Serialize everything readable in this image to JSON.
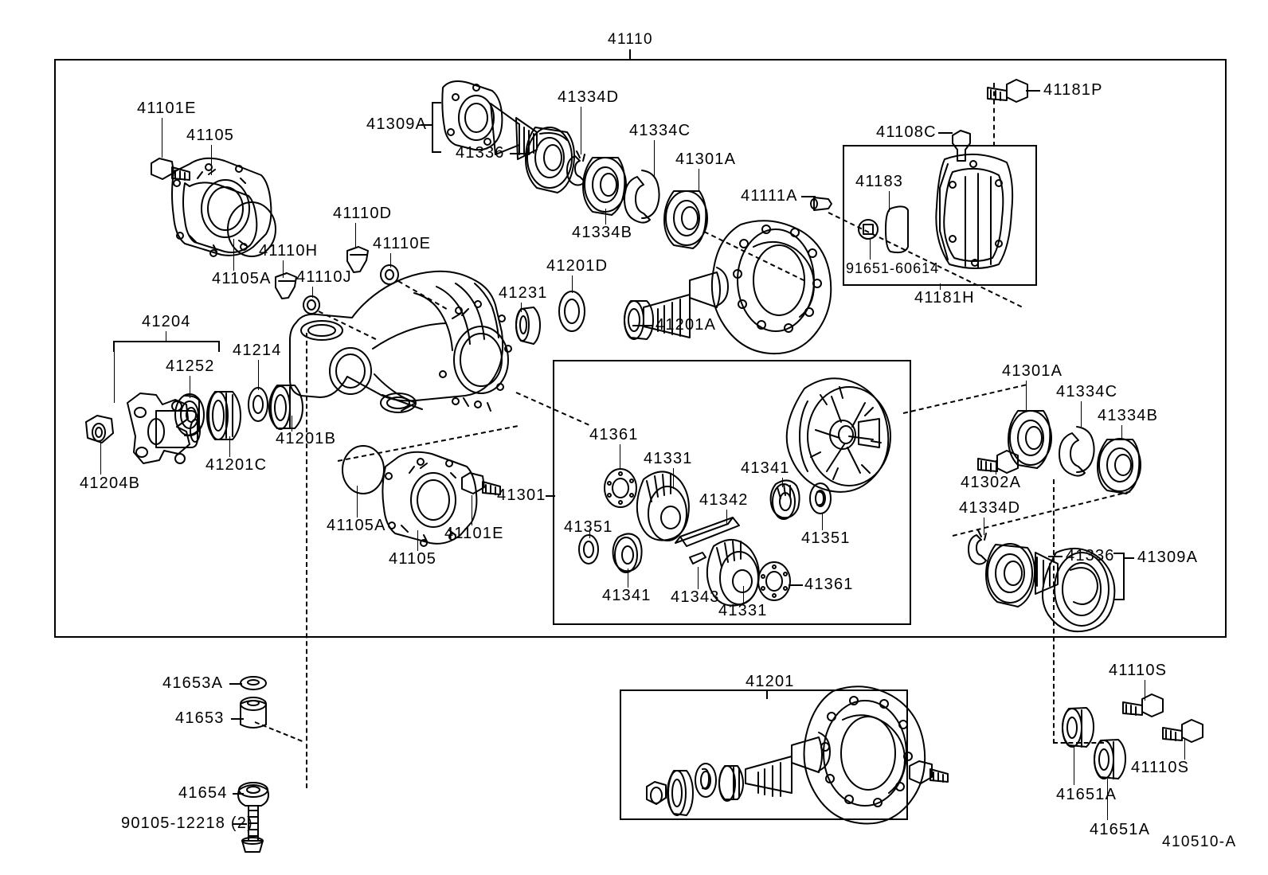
{
  "diagram": {
    "code": "410510-A",
    "main_group_label": "41110",
    "title_hidden": ""
  },
  "labels": {
    "main_assembly": "41110",
    "bottom_code": "410510-A",
    "left_group": [
      {
        "id": "41101E",
        "text": "41101E"
      },
      {
        "id": "41105",
        "text": "41105"
      },
      {
        "id": "41105A",
        "text": "41105A"
      },
      {
        "id": "41110H",
        "text": "41110H"
      },
      {
        "id": "41110J",
        "text": "41110J"
      },
      {
        "id": "41110D",
        "text": "41110D"
      },
      {
        "id": "41110E",
        "text": "41110E"
      },
      {
        "id": "41204",
        "text": "41204"
      },
      {
        "id": "41252",
        "text": "41252"
      },
      {
        "id": "41214",
        "text": "41214"
      },
      {
        "id": "41204B",
        "text": "41204B"
      },
      {
        "id": "41201C",
        "text": "41201C"
      },
      {
        "id": "41201B",
        "text": "41201B"
      },
      {
        "id": "41105A2",
        "text": "41105A"
      },
      {
        "id": "41105_2",
        "text": "41105"
      },
      {
        "id": "41101E2",
        "text": "41101E"
      },
      {
        "id": "41301",
        "text": "41301"
      }
    ],
    "top_group": [
      {
        "id": "41309A",
        "text": "41309A"
      },
      {
        "id": "41336",
        "text": "41336"
      },
      {
        "id": "41334D",
        "text": "41334D"
      },
      {
        "id": "41334C",
        "text": "41334C"
      },
      {
        "id": "41334B",
        "text": "41334B"
      },
      {
        "id": "41301A",
        "text": "41301A"
      },
      {
        "id": "41111A",
        "text": "41111A"
      },
      {
        "id": "41231",
        "text": "41231"
      },
      {
        "id": "41201D",
        "text": "41201D"
      },
      {
        "id": "41201A",
        "text": "41201A"
      }
    ],
    "housing_box": [
      {
        "id": "41181P",
        "text": "41181P"
      },
      {
        "id": "41108C",
        "text": "41108C"
      },
      {
        "id": "41183",
        "text": "41183"
      },
      {
        "id": "91651-60614",
        "text": "91651-60614"
      },
      {
        "id": "41181H",
        "text": "41181H"
      }
    ],
    "diff_box": [
      {
        "id": "41361a",
        "text": "41361"
      },
      {
        "id": "41331a",
        "text": "41331"
      },
      {
        "id": "41351a",
        "text": "41351"
      },
      {
        "id": "41341a",
        "text": "41341"
      },
      {
        "id": "41342",
        "text": "41342"
      },
      {
        "id": "41343",
        "text": "41343"
      },
      {
        "id": "41341b",
        "text": "41341"
      },
      {
        "id": "41351b",
        "text": "41351"
      },
      {
        "id": "41331b",
        "text": "41331"
      },
      {
        "id": "41361b",
        "text": "41361"
      }
    ],
    "right_group": [
      {
        "id": "41301A_r",
        "text": "41301A"
      },
      {
        "id": "41334C_r",
        "text": "41334C"
      },
      {
        "id": "41334B_r",
        "text": "41334B"
      },
      {
        "id": "41302A",
        "text": "41302A"
      },
      {
        "id": "41334D_r",
        "text": "41334D"
      },
      {
        "id": "41336_r",
        "text": "41336"
      },
      {
        "id": "41309A_r",
        "text": "41309A"
      }
    ],
    "bottom_left_group": [
      {
        "id": "41653A",
        "text": "41653A"
      },
      {
        "id": "41653",
        "text": "41653"
      },
      {
        "id": "41654",
        "text": "41654"
      },
      {
        "id": "90105-12218",
        "text": "90105-12218 (2)"
      }
    ],
    "bottom_center_group": [
      {
        "id": "41201",
        "text": "41201"
      }
    ],
    "bottom_right_group": [
      {
        "id": "41110S_a",
        "text": "41110S"
      },
      {
        "id": "41110S_b",
        "text": "41110S"
      },
      {
        "id": "41651A_a",
        "text": "41651A"
      },
      {
        "id": "41651A_b",
        "text": "41651A"
      }
    ]
  },
  "colors": {
    "ink": "#000000",
    "paper": "#ffffff"
  }
}
